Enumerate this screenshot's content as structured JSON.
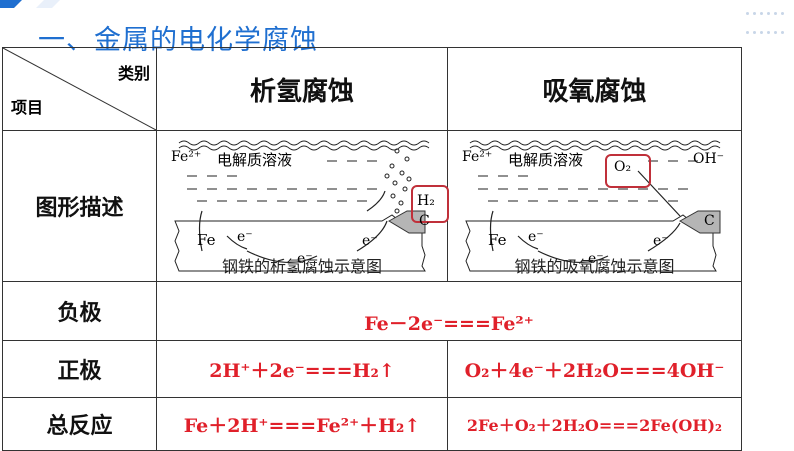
{
  "title": "一、金属的电化学腐蚀",
  "table": {
    "corner_top": "类别",
    "corner_bottom": "项目",
    "col1": "析氢腐蚀",
    "col2": "吸氧腐蚀",
    "rows": {
      "diagram": "图形描述",
      "negative": "负极",
      "positive": "正极",
      "total": "总反应"
    }
  },
  "diagram1": {
    "fe2": "Fe²⁺",
    "electrolyte": "电解质溶液",
    "h2": "H₂",
    "fe": "Fe",
    "e1": "e⁻",
    "e2": "e⁻",
    "e3": "e⁻",
    "c": "C",
    "caption": "钢铁的析氢腐蚀示意图"
  },
  "diagram2": {
    "fe2": "Fe²⁺",
    "electrolyte": "电解质溶液",
    "o2": "O₂",
    "oh": "OH⁻",
    "fe": "Fe",
    "e1": "e⁻",
    "e2": "e⁻",
    "e3": "e⁻",
    "c": "C",
    "caption": "钢铁的吸氧腐蚀示意图"
  },
  "equations": {
    "negative": "Fe－2e⁻===Fe²⁺",
    "positive_h": "2H⁺＋2e⁻===H₂↑",
    "positive_o": "O₂＋4e⁻＋2H₂O===4OH⁻",
    "total_h": "Fe＋2H⁺===Fe²⁺＋H₂↑",
    "total_o": "2Fe＋O₂＋2H₂O===2Fe(OH)₂"
  },
  "colors": {
    "accent": "#1f6fd0",
    "highlight": "#e0202a",
    "box": "#c0303a"
  }
}
